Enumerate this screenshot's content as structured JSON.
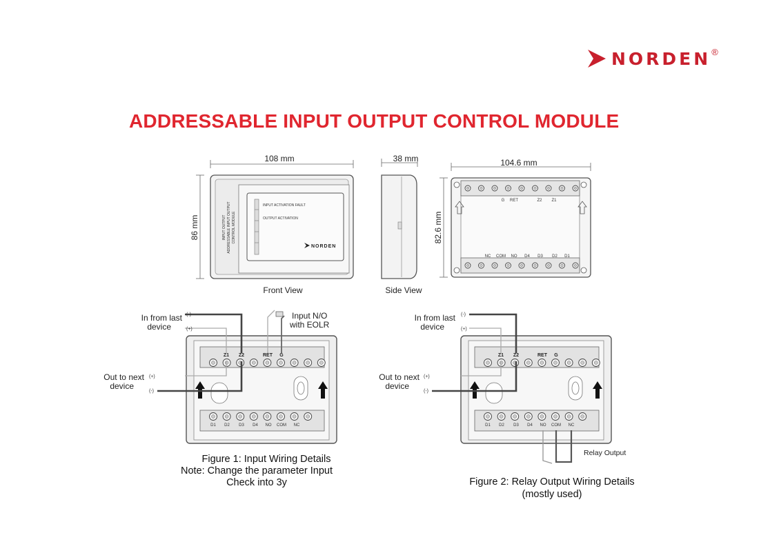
{
  "brand": {
    "name": "NORDEN",
    "registered": "®",
    "accent": "#c8202d"
  },
  "title": "ADDRESSABLE INPUT OUTPUT CONTROL MODULE",
  "dimensions": {
    "front_width": "108 mm",
    "front_height": "86 mm",
    "side_depth": "38 mm",
    "back_width": "104.6 mm",
    "back_height": "82.6 mm"
  },
  "views": {
    "front": "Front View",
    "side": "Side View"
  },
  "front_panel": {
    "led1": "INPUT ACTIVATION FAULT",
    "led2": "OUTPUT ACTIVATION",
    "side_text": [
      "INPUT OUTPUT",
      "ADDRESSABLE INPUT OUTPUT",
      "CONTROL MODULE"
    ],
    "logo": "NORDEN"
  },
  "back_top_labels": [
    "G",
    "RET",
    "Z2",
    "Z1"
  ],
  "back_bottom_labels": [
    "NC",
    "COM",
    "NO",
    "D4",
    "D3",
    "D2",
    "D1"
  ],
  "terminals_top": [
    "Z1",
    "Z2",
    "RET",
    "G"
  ],
  "terminals_bottom": [
    "D1",
    "D2",
    "D3",
    "D4",
    "NO",
    "COM",
    "NC"
  ],
  "fig1": {
    "in_from_last": "In from last",
    "device": "device",
    "minus": "(-)",
    "plus": "(+)",
    "out_to_next": "Out to next",
    "input_no": "Input N/O",
    "with_eolr": "with EOLR",
    "caption1": "Figure 1: Input Wiring Details",
    "caption2": "Note: Change the parameter Input",
    "caption3": "Check into 3y"
  },
  "fig2": {
    "in_from_last": "In from last",
    "device": "device",
    "minus": "(-)",
    "plus": "(+)",
    "out_to_next": "Out to next",
    "relay_output": "Relay Output",
    "caption1": "Figure 2: Relay Output Wiring Details",
    "caption2": "(mostly used)"
  }
}
